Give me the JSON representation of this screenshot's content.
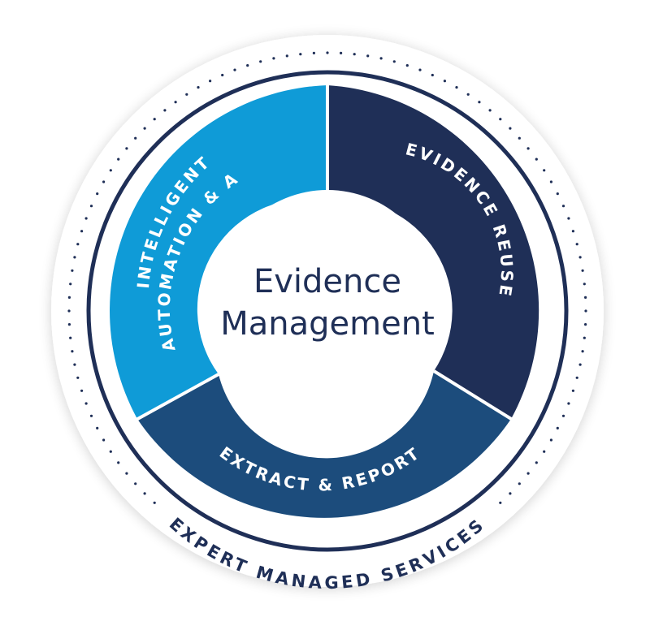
{
  "center": {
    "line1": "Evidence",
    "line2": "Management"
  },
  "segments": [
    {
      "id": "evidence-reuse",
      "label": "EVIDENCE REUSE",
      "color": "#1f2f57"
    },
    {
      "id": "extract-report",
      "label": "EXTRACT & REPORT",
      "color": "#1c4c7c"
    },
    {
      "id": "intelligent-automation",
      "line1": "INTELLIGENT",
      "line2": "AUTOMATION & AI",
      "color": "#0f9bd7"
    }
  ],
  "outer": {
    "label": "EXPERT MANAGED SERVICES",
    "dot_color": "#1f2f57",
    "ring_color": "#1f2f57"
  }
}
